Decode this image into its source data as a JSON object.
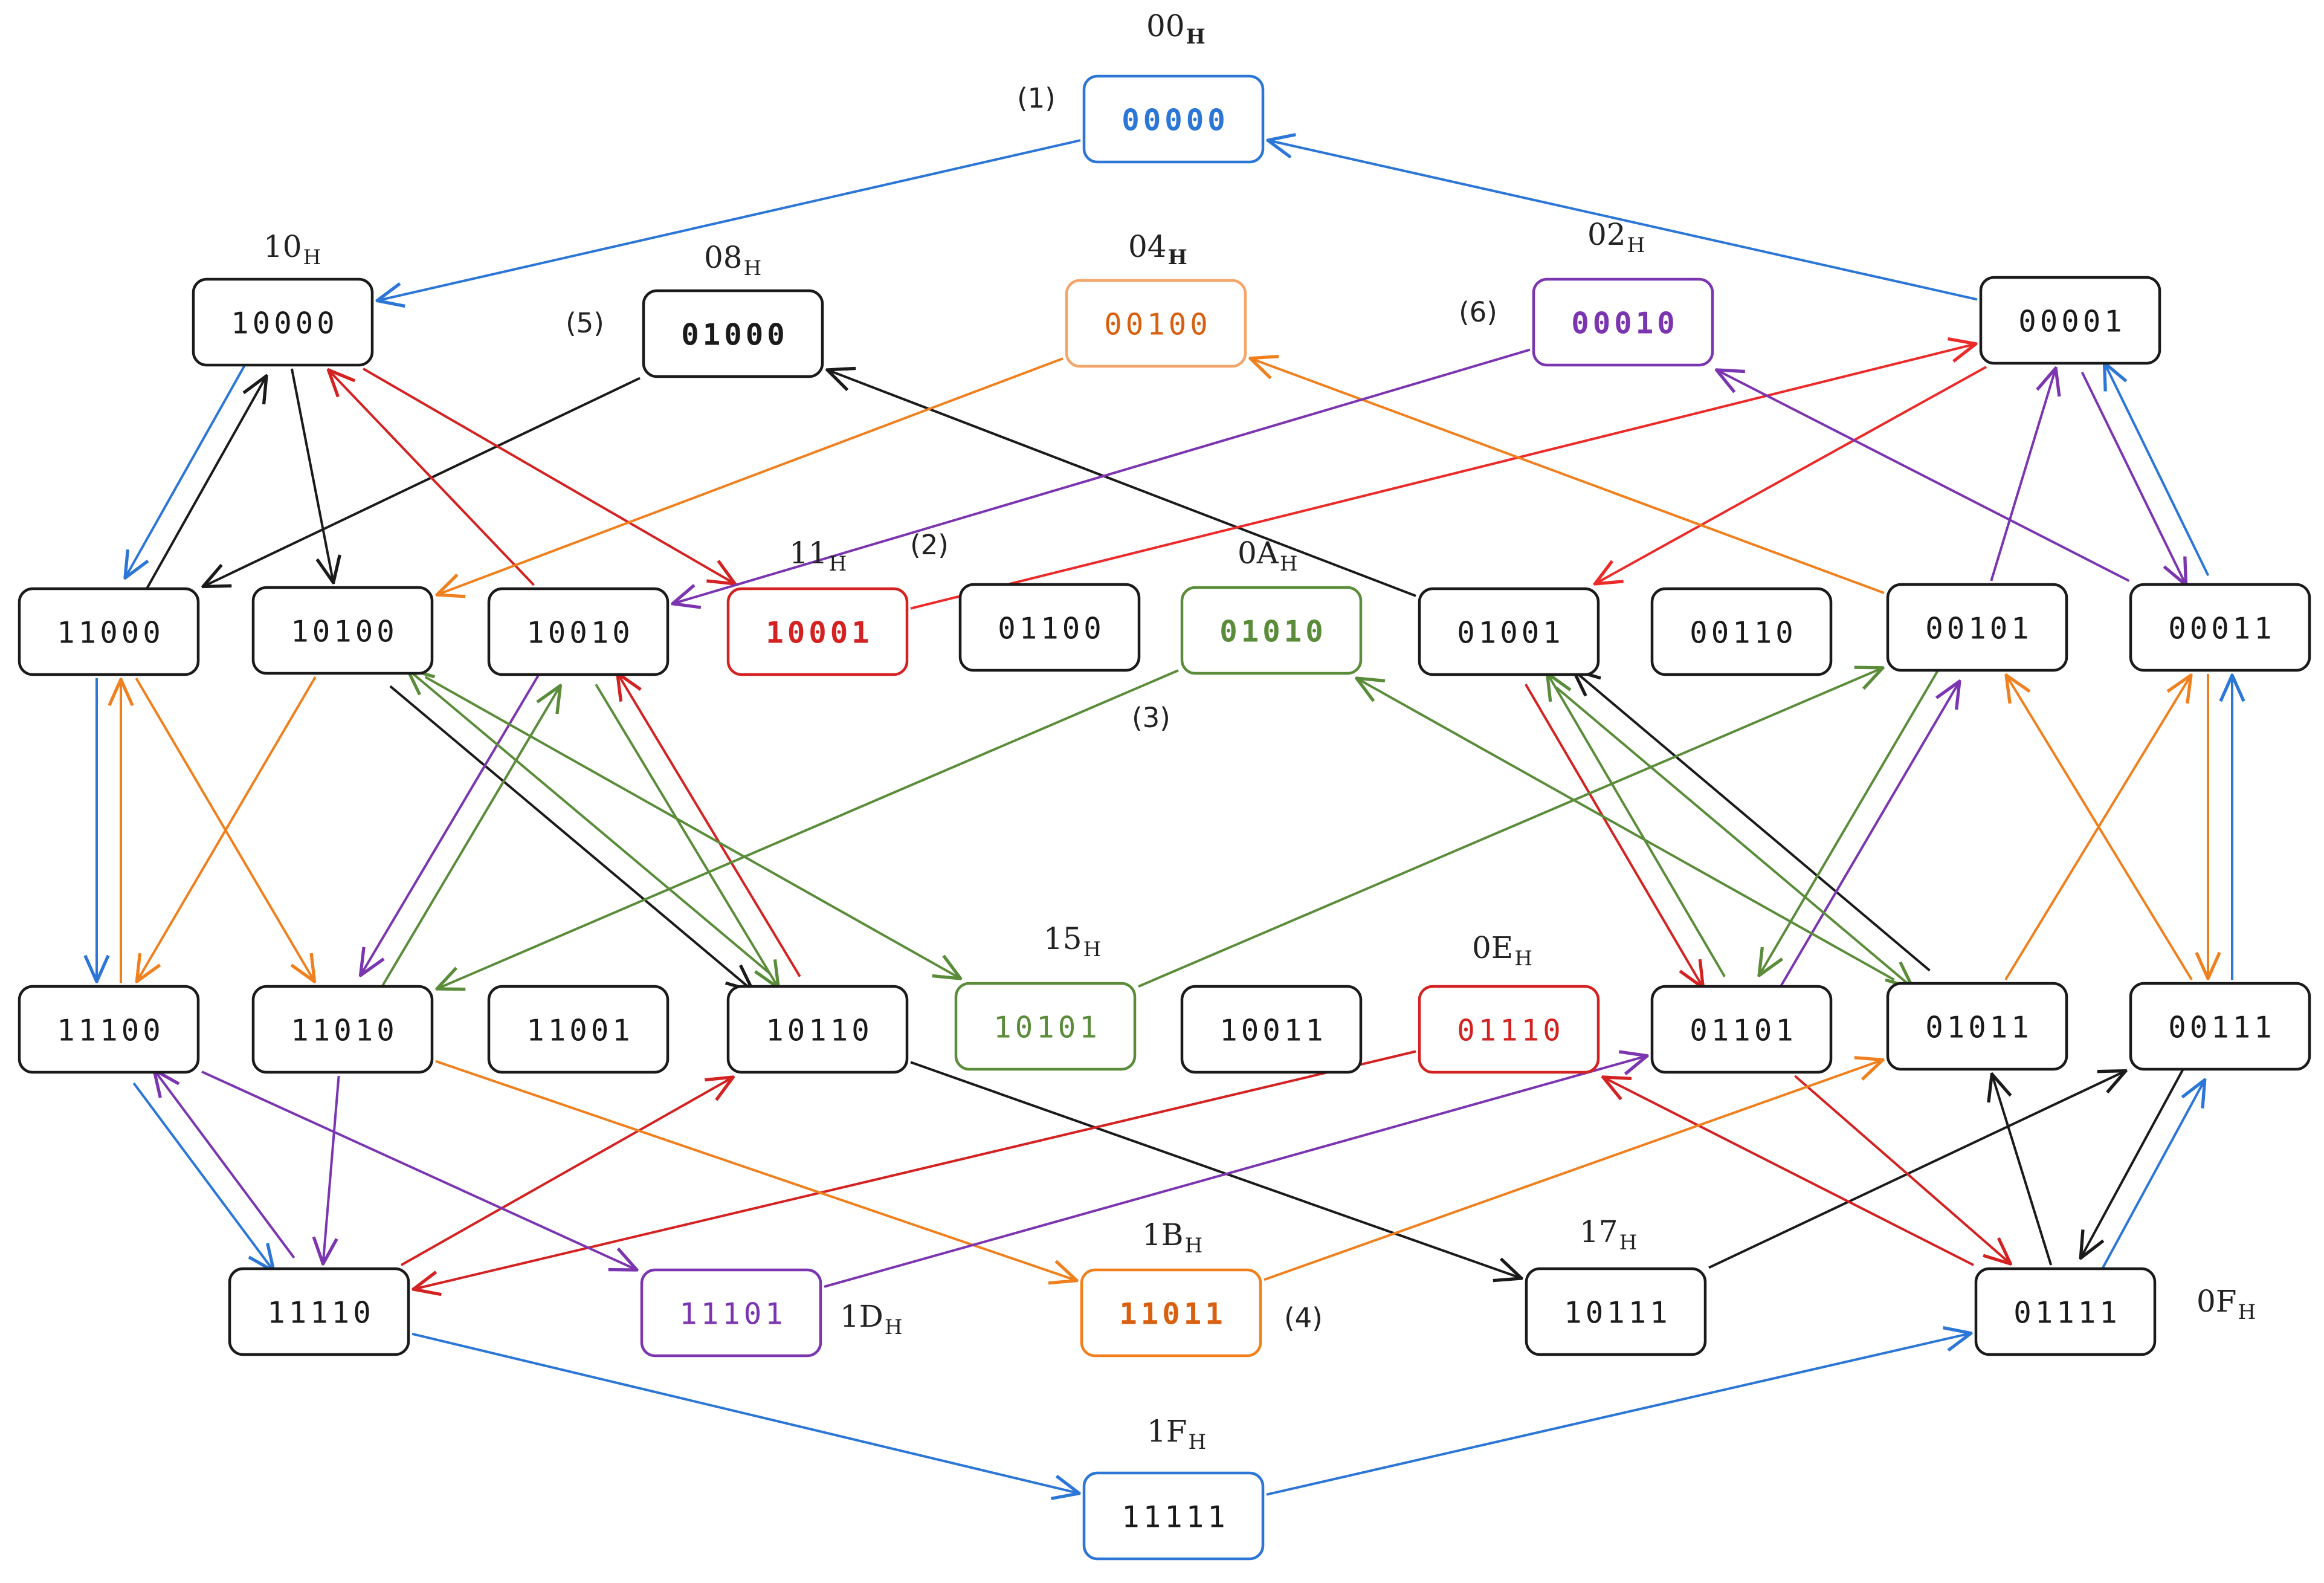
{
  "colors": {
    "black": "#1a1a1a",
    "blue": "#2b76d6",
    "orange": "#f0801e",
    "light_orange": "#f5a56a",
    "dark_orange": "#d86010",
    "purple": "#7b35b0",
    "green": "#5a8c3a",
    "red": "#d42222",
    "bright_red": "#ec2a2a",
    "dark_red": "#b81e1e"
  },
  "nodes": [
    {
      "id": "00000",
      "text": "00000",
      "color": "blue",
      "text_color": "blue",
      "bold": true
    },
    {
      "id": "10000",
      "text": "10000",
      "color": "black",
      "text_color": "black",
      "bold": false
    },
    {
      "id": "01000",
      "text": "01000",
      "color": "black",
      "text_color": "black",
      "bold": true
    },
    {
      "id": "00100",
      "text": "00100",
      "color": "light_orange",
      "text_color": "dark_orange",
      "bold": false
    },
    {
      "id": "00010",
      "text": "00010",
      "color": "purple",
      "text_color": "purple",
      "bold": true
    },
    {
      "id": "00001",
      "text": "00001",
      "color": "black",
      "text_color": "black",
      "bold": false
    },
    {
      "id": "11000",
      "text": "11000",
      "color": "black",
      "text_color": "black",
      "bold": false
    },
    {
      "id": "10100",
      "text": "10100",
      "color": "black",
      "text_color": "black",
      "bold": false
    },
    {
      "id": "10010",
      "text": "10010",
      "color": "black",
      "text_color": "black",
      "bold": false
    },
    {
      "id": "10001",
      "text": "10001",
      "color": "red",
      "text_color": "red",
      "bold": true
    },
    {
      "id": "01100",
      "text": "01100",
      "color": "black",
      "text_color": "black",
      "bold": false
    },
    {
      "id": "01010",
      "text": "01010",
      "color": "green",
      "text_color": "green",
      "bold": true
    },
    {
      "id": "01001",
      "text": "01001",
      "color": "black",
      "text_color": "black",
      "bold": false
    },
    {
      "id": "00110",
      "text": "00110",
      "color": "black",
      "text_color": "black",
      "bold": false
    },
    {
      "id": "00101",
      "text": "00101",
      "color": "black",
      "text_color": "black",
      "bold": false
    },
    {
      "id": "00011",
      "text": "00011",
      "color": "black",
      "text_color": "black",
      "bold": false
    },
    {
      "id": "11100",
      "text": "11100",
      "color": "black",
      "text_color": "black",
      "bold": false
    },
    {
      "id": "11010",
      "text": "11010",
      "color": "black",
      "text_color": "black",
      "bold": false
    },
    {
      "id": "11001",
      "text": "11001",
      "color": "black",
      "text_color": "black",
      "bold": false
    },
    {
      "id": "10110",
      "text": "10110",
      "color": "black",
      "text_color": "black",
      "bold": false
    },
    {
      "id": "10101",
      "text": "10101",
      "color": "green",
      "text_color": "green",
      "bold": false
    },
    {
      "id": "10011",
      "text": "10011",
      "color": "black",
      "text_color": "black",
      "bold": false
    },
    {
      "id": "01110",
      "text": "01110",
      "color": "red",
      "text_color": "red",
      "bold": false
    },
    {
      "id": "01101",
      "text": "01101",
      "color": "black",
      "text_color": "black",
      "bold": false
    },
    {
      "id": "01011",
      "text": "01011",
      "color": "black",
      "text_color": "black",
      "bold": false
    },
    {
      "id": "00111",
      "text": "00111",
      "color": "black",
      "text_color": "black",
      "bold": false
    },
    {
      "id": "11110",
      "text": "11110",
      "color": "black",
      "text_color": "black",
      "bold": false
    },
    {
      "id": "11101",
      "text": "11101",
      "color": "purple",
      "text_color": "purple",
      "bold": false
    },
    {
      "id": "11011",
      "text": "11011",
      "color": "orange",
      "text_color": "dark_orange",
      "bold": true
    },
    {
      "id": "10111",
      "text": "10111",
      "color": "black",
      "text_color": "black",
      "bold": false
    },
    {
      "id": "01111",
      "text": "01111",
      "color": "black",
      "text_color": "black",
      "bold": false
    },
    {
      "id": "11111",
      "text": "11111",
      "color": "blue",
      "text_color": "black",
      "bold": false
    }
  ],
  "hex_labels": [
    {
      "node": "00000",
      "main": "00",
      "sub": "H",
      "bold": true
    },
    {
      "node": "10000",
      "main": "10",
      "sub": "H",
      "bold": false
    },
    {
      "node": "01000",
      "main": "08",
      "sub": "H",
      "bold": false
    },
    {
      "node": "00100",
      "main": "04",
      "sub": "H",
      "bold": true
    },
    {
      "node": "00010",
      "main": "02",
      "sub": "H",
      "bold": false
    },
    {
      "node": "10001",
      "main": "11",
      "sub": "H",
      "bold": false
    },
    {
      "node": "01010",
      "main": "0A",
      "sub": "H",
      "bold": false
    },
    {
      "node": "10101",
      "main": "15",
      "sub": "H",
      "bold": false
    },
    {
      "node": "01110",
      "main": "0E",
      "sub": "H",
      "bold": false
    },
    {
      "node": "11101",
      "main": "1D",
      "sub": "H",
      "bold": false
    },
    {
      "node": "11011",
      "main": "1B",
      "sub": "H",
      "bold": false
    },
    {
      "node": "10111",
      "main": "17",
      "sub": "H",
      "bold": false
    },
    {
      "node": "01111",
      "main": "0F",
      "sub": "H",
      "bold": false
    },
    {
      "node": "11111",
      "main": "1F",
      "sub": "H",
      "bold": false
    }
  ],
  "step_labels": [
    "(1)",
    "(2)",
    "(3)",
    "(4)",
    "(5)",
    "(6)"
  ],
  "edges": [
    {
      "from": "00000",
      "to": "10000",
      "color": "blue"
    },
    {
      "from": "00001",
      "to": "00000",
      "color": "blue"
    },
    {
      "from": "10000",
      "to": "11000",
      "color": "blue"
    },
    {
      "from": "11000",
      "to": "11100",
      "color": "blue"
    },
    {
      "from": "11100",
      "to": "11110",
      "color": "blue"
    },
    {
      "from": "11110",
      "to": "11111",
      "color": "blue"
    },
    {
      "from": "11111",
      "to": "01111",
      "color": "blue"
    },
    {
      "from": "01111",
      "to": "00111",
      "color": "blue"
    },
    {
      "from": "00111",
      "to": "00011",
      "color": "blue"
    },
    {
      "from": "00011",
      "to": "00001",
      "color": "blue"
    },
    {
      "from": "11000",
      "to": "10000",
      "color": "black"
    },
    {
      "from": "10000",
      "to": "10100",
      "color": "black"
    },
    {
      "from": "01000",
      "to": "11000",
      "color": "black"
    },
    {
      "from": "01001",
      "to": "01000",
      "color": "black"
    },
    {
      "from": "10100",
      "to": "10110",
      "color": "black"
    },
    {
      "from": "10110",
      "to": "10111",
      "color": "black"
    },
    {
      "from": "10111",
      "to": "00111",
      "color": "black"
    },
    {
      "from": "00111",
      "to": "01111",
      "color": "black"
    },
    {
      "from": "01111",
      "to": "01011",
      "color": "black"
    },
    {
      "from": "01011",
      "to": "01001",
      "color": "black"
    },
    {
      "from": "10000",
      "to": "10001",
      "color": "red"
    },
    {
      "from": "10010",
      "to": "10000",
      "color": "red"
    },
    {
      "from": "10110",
      "to": "10010",
      "color": "red"
    },
    {
      "from": "11110",
      "to": "10110",
      "color": "red"
    },
    {
      "from": "01110",
      "to": "11110",
      "color": "red"
    },
    {
      "from": "01111",
      "to": "01110",
      "color": "red"
    },
    {
      "from": "01101",
      "to": "01111",
      "color": "red"
    },
    {
      "from": "01001",
      "to": "01101",
      "color": "red"
    },
    {
      "from": "00001",
      "to": "01001",
      "color": "bright_red"
    },
    {
      "from": "10001",
      "to": "00001",
      "color": "bright_red"
    },
    {
      "from": "00100",
      "to": "10100",
      "color": "orange"
    },
    {
      "from": "00101",
      "to": "00100",
      "color": "orange"
    },
    {
      "from": "10100",
      "to": "11100",
      "color": "orange"
    },
    {
      "from": "11100",
      "to": "11000",
      "color": "orange"
    },
    {
      "from": "11000",
      "to": "11010",
      "color": "orange"
    },
    {
      "from": "11010",
      "to": "11011",
      "color": "orange"
    },
    {
      "from": "11011",
      "to": "01011",
      "color": "orange"
    },
    {
      "from": "01011",
      "to": "00011",
      "color": "orange"
    },
    {
      "from": "00011",
      "to": "00111",
      "color": "orange"
    },
    {
      "from": "00111",
      "to": "00101",
      "color": "orange"
    },
    {
      "from": "00010",
      "to": "10010",
      "color": "purple"
    },
    {
      "from": "00011",
      "to": "00010",
      "color": "purple"
    },
    {
      "from": "10010",
      "to": "11010",
      "color": "purple"
    },
    {
      "from": "11010",
      "to": "11110",
      "color": "purple"
    },
    {
      "from": "11110",
      "to": "11100",
      "color": "purple"
    },
    {
      "from": "11100",
      "to": "11101",
      "color": "purple"
    },
    {
      "from": "11101",
      "to": "01101",
      "color": "purple"
    },
    {
      "from": "01101",
      "to": "00101",
      "color": "purple"
    },
    {
      "from": "00101",
      "to": "00001",
      "color": "purple"
    },
    {
      "from": "00001",
      "to": "00011",
      "color": "purple"
    },
    {
      "from": "01010",
      "to": "11010",
      "color": "green"
    },
    {
      "from": "11010",
      "to": "10010",
      "color": "green"
    },
    {
      "from": "10010",
      "to": "10110",
      "color": "green"
    },
    {
      "from": "10110",
      "to": "10100",
      "color": "green"
    },
    {
      "from": "10100",
      "to": "10101",
      "color": "green"
    },
    {
      "from": "10101",
      "to": "00101",
      "color": "green"
    },
    {
      "from": "00101",
      "to": "01101",
      "color": "green"
    },
    {
      "from": "01101",
      "to": "01001",
      "color": "green"
    },
    {
      "from": "01001",
      "to": "01011",
      "color": "green"
    },
    {
      "from": "01011",
      "to": "01010",
      "color": "green"
    }
  ]
}
